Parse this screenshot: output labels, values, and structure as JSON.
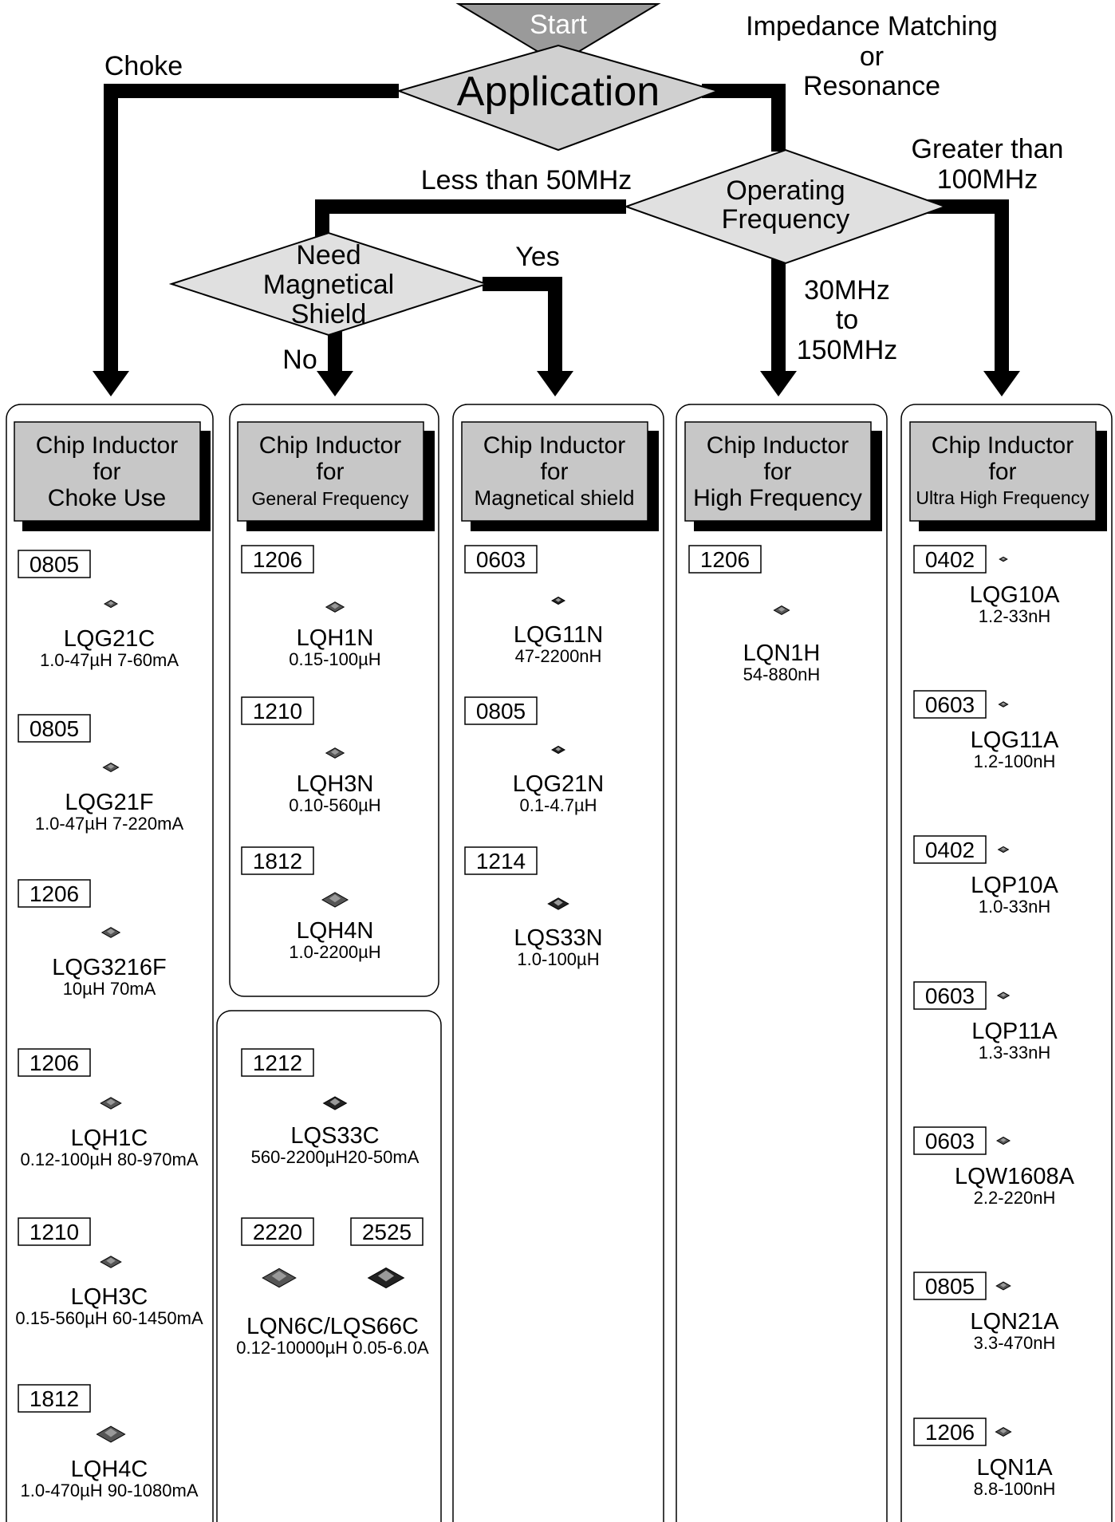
{
  "flowchart": {
    "start": "Start",
    "application": "Application",
    "branches": {
      "choke": "Choke",
      "impedance": [
        "Impedance Matching",
        "or",
        "Resonance"
      ],
      "less_than_50": "Less than 50MHz",
      "greater_than_100": [
        "Greater than",
        "100MHz"
      ],
      "mid_range": [
        "30MHz",
        "to",
        "150MHz"
      ],
      "yes": "Yes",
      "no": "No"
    },
    "operating_frequency": [
      "Operating",
      "Frequency"
    ],
    "magnetical_shield": [
      "Need",
      "Magnetical",
      "Shield"
    ]
  },
  "columns": [
    {
      "header": [
        "Chip Inductor",
        "for",
        "Choke Use"
      ],
      "items": [
        {
          "size": "0805",
          "part": "LQG21C",
          "spec": "1.0-47µH 7-60mA"
        },
        {
          "size": "0805",
          "part": "LQG21F",
          "spec": "1.0-47µH 7-220mA"
        },
        {
          "size": "1206",
          "part": "LQG3216F",
          "spec": "10µH 70mA"
        },
        {
          "size": "1206",
          "part": "LQH1C",
          "spec": "0.12-100µH 80-970mA"
        },
        {
          "size": "1210",
          "part": "LQH3C",
          "spec": "0.15-560µH 60-1450mA"
        },
        {
          "size": "1812",
          "part": "LQH4C",
          "spec": "1.0-470µH 90-1080mA"
        }
      ]
    },
    {
      "header": [
        "Chip Inductor",
        "for",
        "General Frequency"
      ],
      "items": [
        {
          "size": "1206",
          "part": "LQH1N",
          "spec": "0.15-100µH"
        },
        {
          "size": "1210",
          "part": "LQH3N",
          "spec": "0.10-560µH"
        },
        {
          "size": "1812",
          "part": "LQH4N",
          "spec": "1.0-2200µH"
        }
      ],
      "lower_items": [
        {
          "size": "1212",
          "part": "LQS33C",
          "spec": "560-2200µH20-50mA"
        },
        {
          "sizes": [
            "2220",
            "2525"
          ],
          "part": "LQN6C/LQS66C",
          "spec": "0.12-10000µH 0.05-6.0A"
        }
      ]
    },
    {
      "header": [
        "Chip Inductor",
        "for",
        "Magnetical shield"
      ],
      "items": [
        {
          "size": "0603",
          "part": "LQG11N",
          "spec": "47-2200nH"
        },
        {
          "size": "0805",
          "part": "LQG21N",
          "spec": "0.1-4.7µH"
        },
        {
          "size": "1214",
          "part": "LQS33N",
          "spec": "1.0-100µH"
        }
      ]
    },
    {
      "header": [
        "Chip Inductor",
        "for",
        "High Frequency"
      ],
      "items": [
        {
          "size": "1206",
          "part": "LQN1H",
          "spec": "54-880nH"
        }
      ]
    },
    {
      "header": [
        "Chip Inductor",
        "for",
        "Ultra High Frequency"
      ],
      "items": [
        {
          "size": "0402",
          "part": "LQG10A",
          "spec": "1.2-33nH"
        },
        {
          "size": "0603",
          "part": "LQG11A",
          "spec": "1.2-100nH"
        },
        {
          "size": "0402",
          "part": "LQP10A",
          "spec": "1.0-33nH"
        },
        {
          "size": "0603",
          "part": "LQP11A",
          "spec": "1.3-33nH"
        },
        {
          "size": "0603",
          "part": "LQW1608A",
          "spec": "2.2-220nH"
        },
        {
          "size": "0805",
          "part": "LQN21A",
          "spec": "3.3-470nH"
        },
        {
          "size": "1206",
          "part": "LQN1A",
          "spec": "8.8-100nH"
        }
      ]
    }
  ]
}
